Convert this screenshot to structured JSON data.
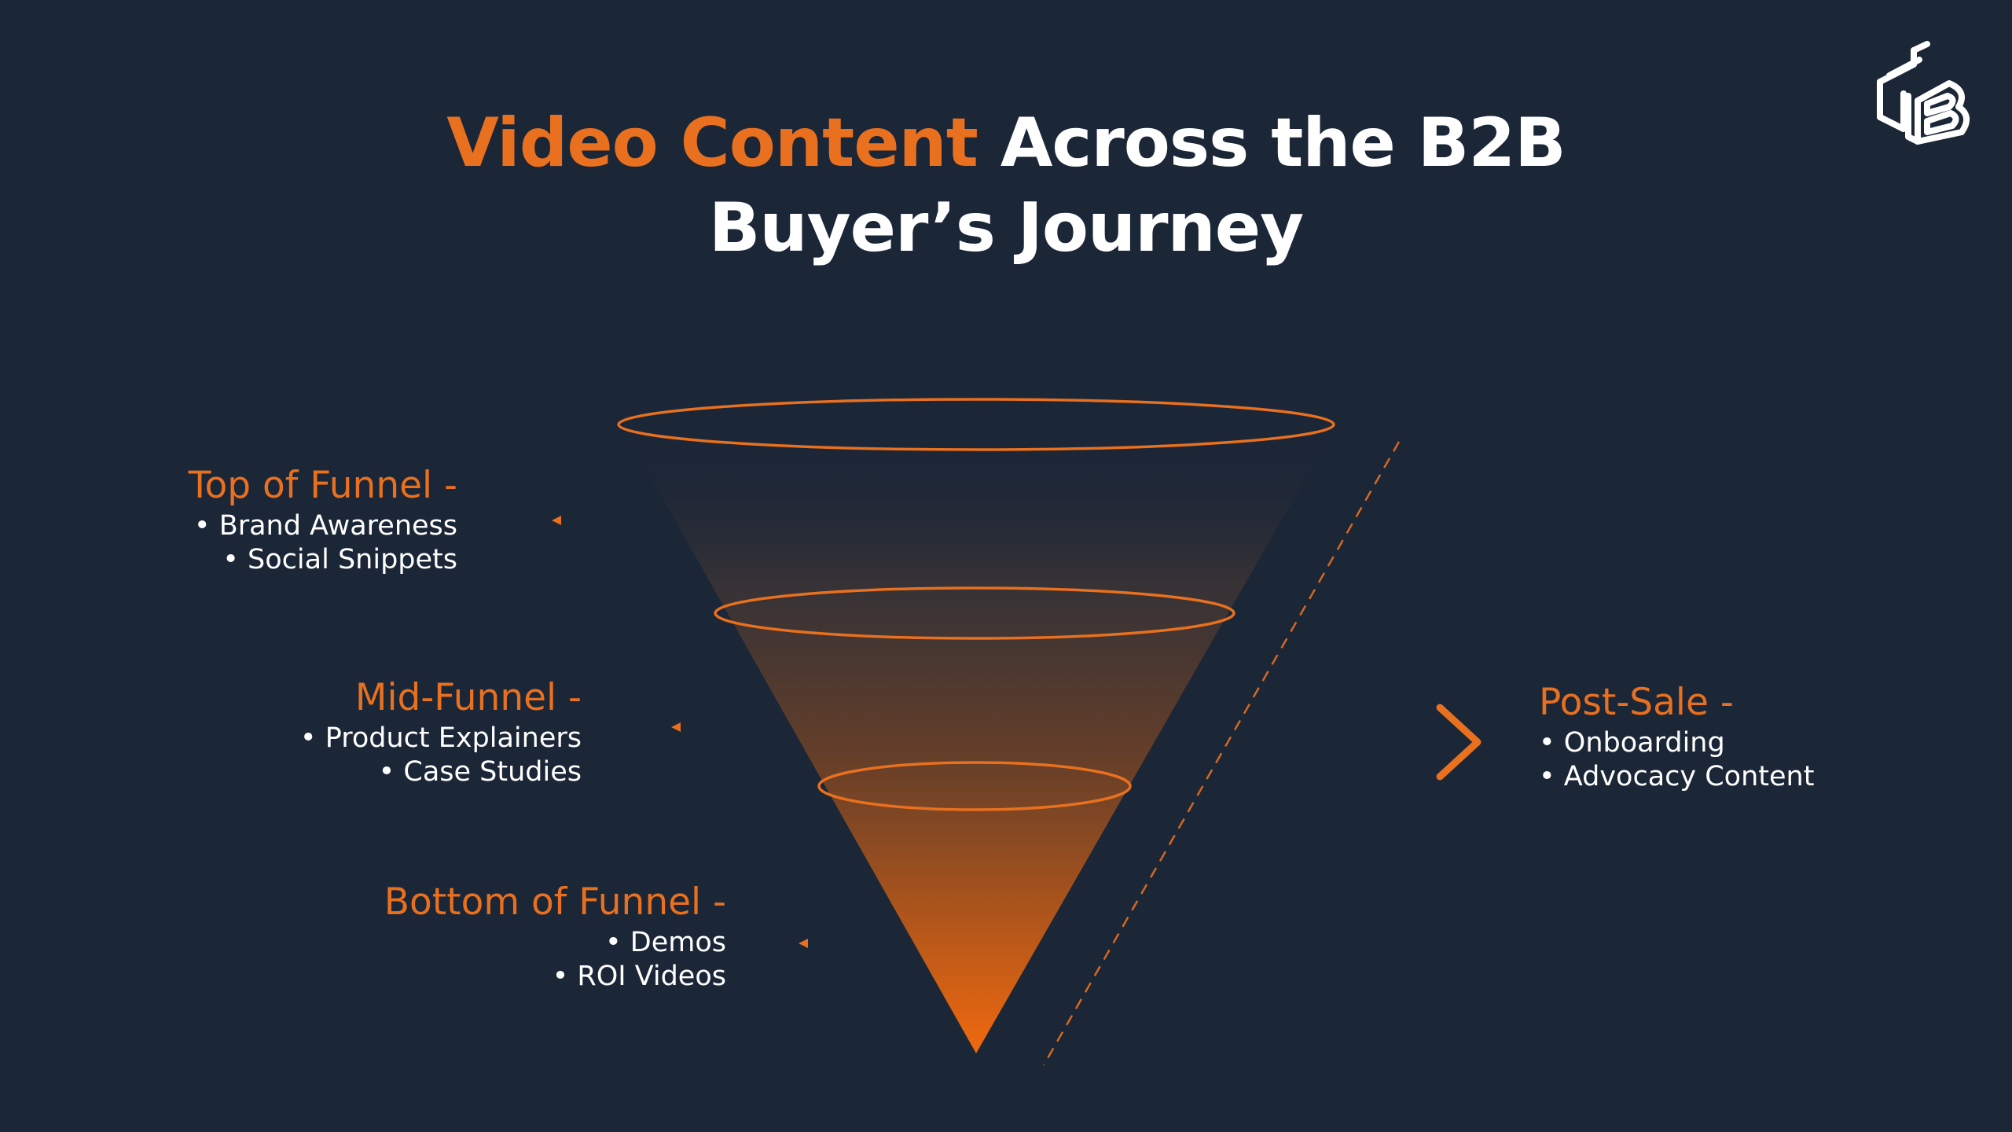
{
  "title": {
    "accent": "Video Content",
    "line1_rest": "Across the B2B",
    "line2": "Buyer’s Journey"
  },
  "colors": {
    "background": "#1b2637",
    "accent": "#e8701f",
    "text": "#ffffff"
  },
  "stages": {
    "top": {
      "heading": "Top of Funnel -",
      "items": [
        "Brand Awareness",
        "Social Snippets"
      ]
    },
    "mid": {
      "heading": "Mid-Funnel -",
      "items": [
        "Product Explainers",
        "Case Studies"
      ]
    },
    "bottom": {
      "heading": "Bottom of Funnel -",
      "items": [
        "Demos",
        "ROI Videos"
      ]
    },
    "post_sale": {
      "heading": "Post-Sale -",
      "items": [
        "Onboarding",
        "Advocacy Content"
      ]
    }
  },
  "logo": {
    "icon": "cube-b-logo-icon"
  }
}
